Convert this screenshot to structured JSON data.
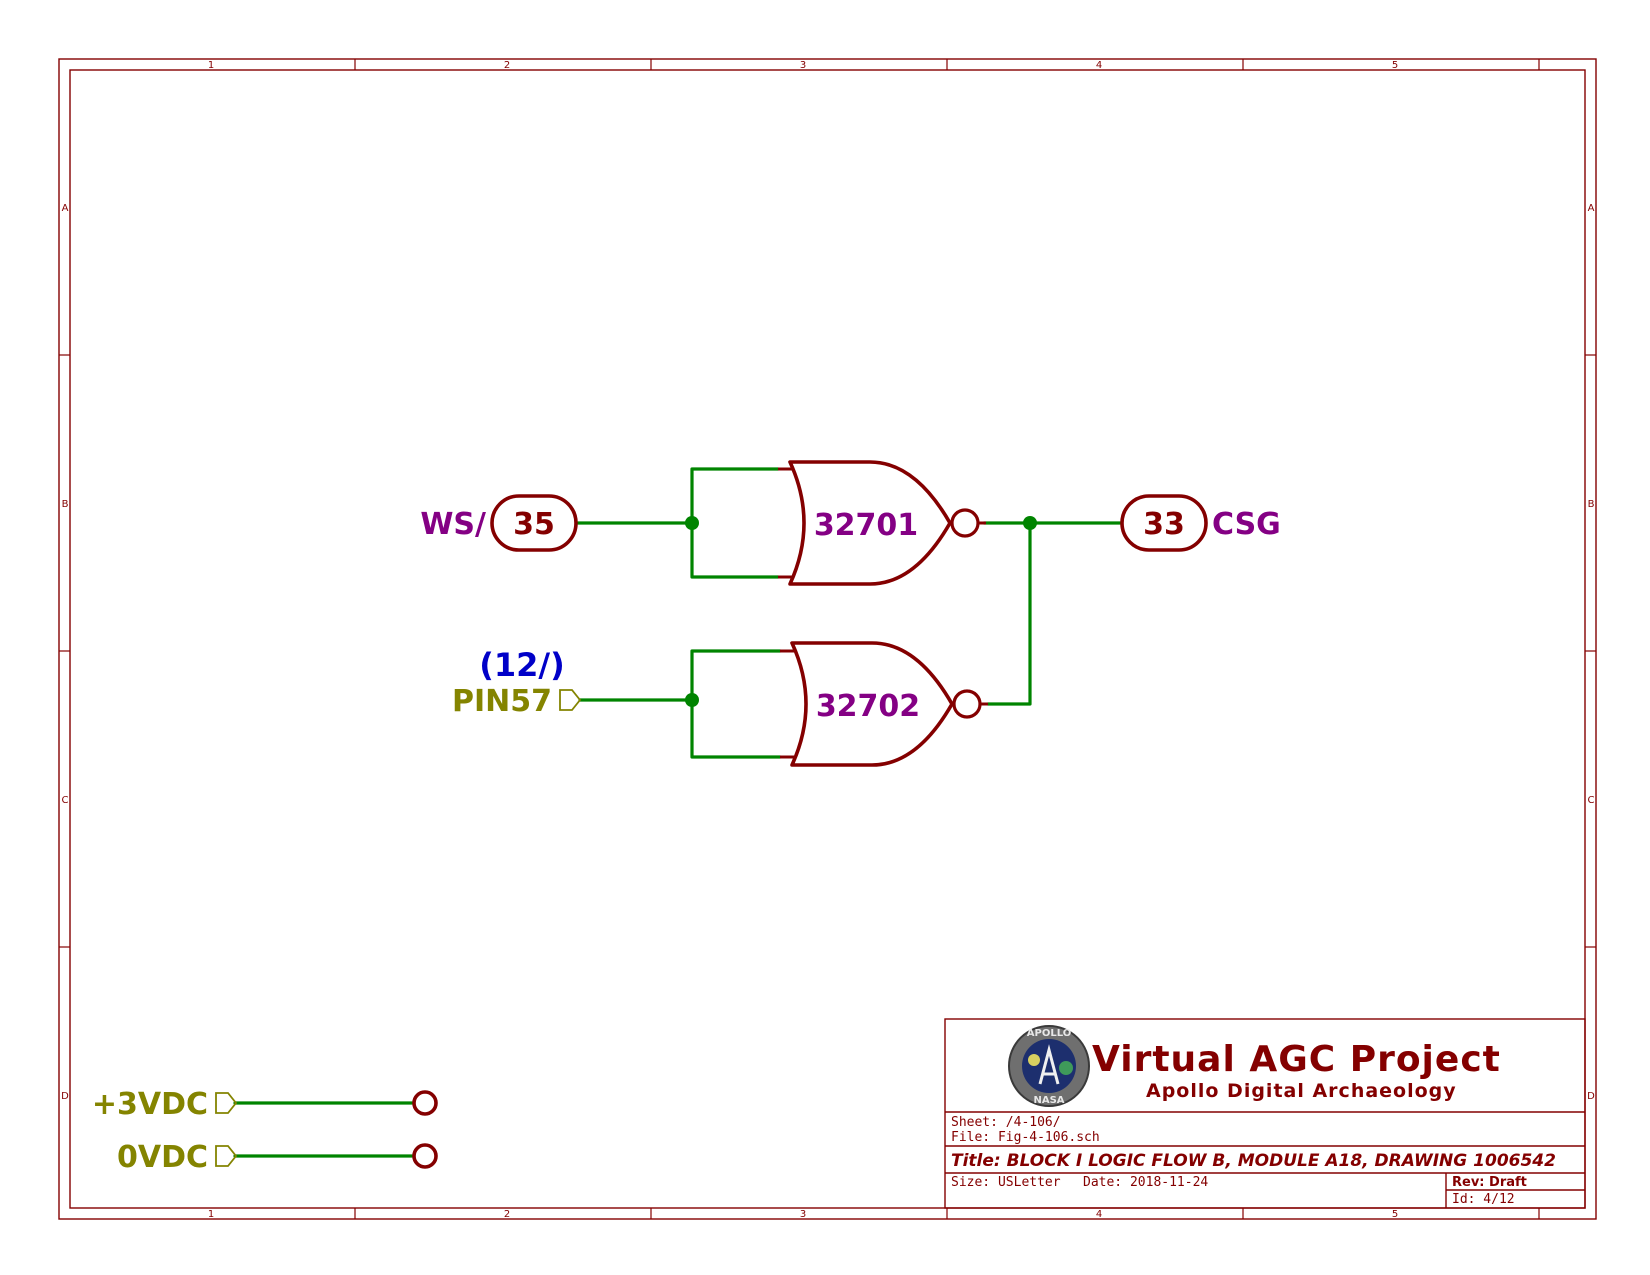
{
  "ruler": {
    "columns": [
      "1",
      "2",
      "3",
      "4",
      "5"
    ],
    "rows": [
      "A",
      "B",
      "C",
      "D"
    ]
  },
  "gates": [
    {
      "ref": "32701",
      "type": "NOR"
    },
    {
      "ref": "32702",
      "type": "NOR"
    }
  ],
  "connectors": {
    "input": {
      "pin": "35",
      "net": "WS/"
    },
    "output": {
      "pin": "33",
      "net": "CSG"
    }
  },
  "hierarchical": {
    "pin57": "PIN57",
    "pin57_note": "(12/)",
    "vcc": "+3VDC",
    "gnd": "0VDC"
  },
  "title_block": {
    "project": "Virtual AGC Project",
    "subtitle": "Apollo Digital Archaeology",
    "logo_top": "APOLLO",
    "logo_bottom": "NASA",
    "sheet": "Sheet: /4-106/",
    "file": "File: Fig-4-106.sch",
    "title": "Title: BLOCK I LOGIC FLOW B, MODULE A18, DRAWING 1006542",
    "size": "Size: USLetter",
    "date": "Date: 2018-11-24",
    "rev": "Rev: Draft",
    "id": "Id: 4/12"
  },
  "colors": {
    "border": "#840000",
    "wire": "#008400",
    "component_label": "#840084",
    "hierarchical_label": "#848400",
    "note": "#0000c8"
  }
}
